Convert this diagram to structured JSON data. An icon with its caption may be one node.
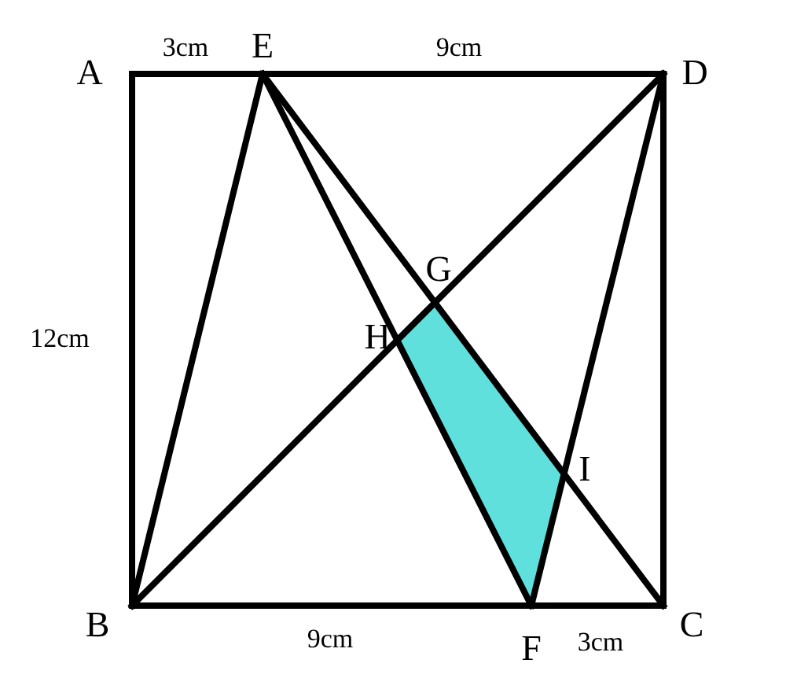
{
  "diagram": {
    "labels": [
      "A",
      "3cm",
      "E",
      "9cm",
      "D",
      "G",
      "12cm",
      "H",
      "I",
      "B",
      "9cm",
      "F",
      "3cm",
      "C"
    ]
  }
}
